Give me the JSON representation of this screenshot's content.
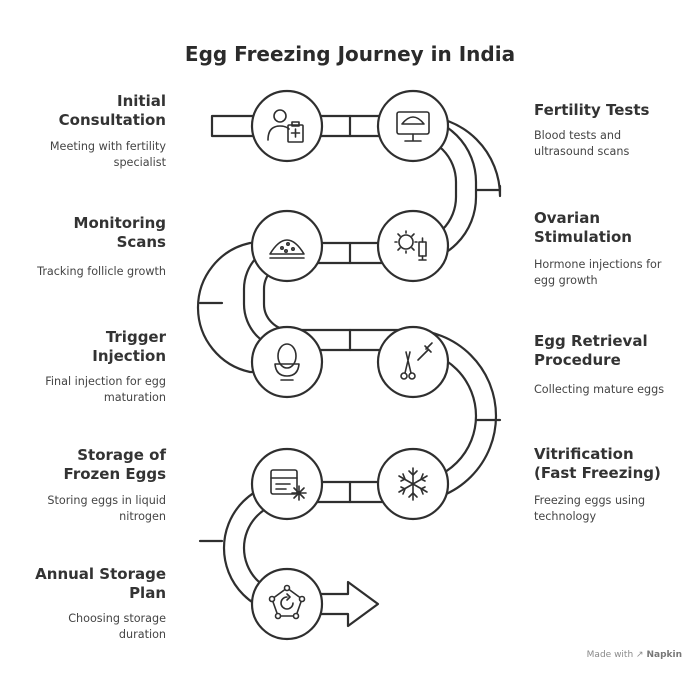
{
  "title": "Egg Freezing Journey in India",
  "steps": [
    {
      "title_lines": [
        "Initial",
        "Consultation"
      ],
      "desc_lines": [
        "Meeting with fertility",
        "specialist"
      ],
      "icon": "doctor-clipboard-icon"
    },
    {
      "title_lines": [
        "Fertility Tests"
      ],
      "desc_lines": [
        "Blood tests and",
        "ultrasound scans"
      ],
      "icon": "ultrasound-monitor-icon"
    },
    {
      "title_lines": [
        "Ovarian",
        "Stimulation"
      ],
      "desc_lines": [
        "Hormone injections for",
        "egg growth"
      ],
      "icon": "hormone-syringe-icon"
    },
    {
      "title_lines": [
        "Monitoring",
        "Scans"
      ],
      "desc_lines": [
        "Tracking follicle growth"
      ],
      "icon": "follicle-scan-icon"
    },
    {
      "title_lines": [
        "Trigger",
        "Injection"
      ],
      "desc_lines": [
        "Final injection for egg",
        "maturation"
      ],
      "icon": "egg-cup-icon"
    },
    {
      "title_lines": [
        "Egg Retrieval",
        "Procedure"
      ],
      "desc_lines": [
        "Collecting mature eggs"
      ],
      "icon": "retrieval-tools-icon"
    },
    {
      "title_lines": [
        "Vitrification",
        "(Fast Freezing)"
      ],
      "desc_lines": [
        "Freezing eggs using",
        "technology"
      ],
      "icon": "snowflake-icon"
    },
    {
      "title_lines": [
        "Storage of",
        "Frozen Eggs"
      ],
      "desc_lines": [
        "Storing eggs in liquid",
        "nitrogen"
      ],
      "icon": "cryo-storage-icon"
    },
    {
      "title_lines": [
        "Annual Storage",
        "Plan"
      ],
      "desc_lines": [
        "Choosing storage",
        "duration"
      ],
      "icon": "renewal-cycle-icon"
    }
  ],
  "footer": {
    "made_with": "Made with",
    "brand": "Napkin"
  },
  "colors": {
    "stroke": "#2f2f2f",
    "text": "#333333",
    "footer": "#8a8a8a"
  }
}
